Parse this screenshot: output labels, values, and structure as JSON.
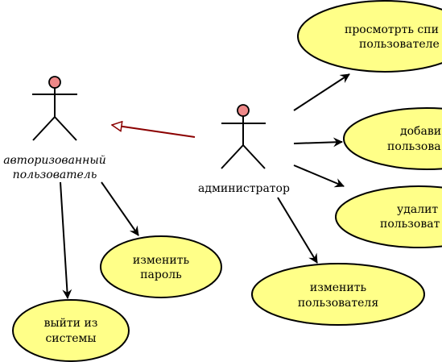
{
  "colors": {
    "usecase_fill": "#ffff88",
    "outline": "#000000",
    "actor_head": "#ee8888",
    "generalization": "#8b0000"
  },
  "actors": {
    "authorized_user": {
      "line1": "авторизованный",
      "line2": "пользователь"
    },
    "admin": {
      "label": "администратор"
    }
  },
  "usecases": {
    "view_list": {
      "line1": "просмотрть спи",
      "line2": "пользователе"
    },
    "add_user": {
      "line1": "добави",
      "line2": "пользова"
    },
    "delete_user": {
      "line1": "удалит",
      "line2": "пользоват"
    },
    "edit_user": {
      "line1": "изменить",
      "line2": "пользователя"
    },
    "change_password": {
      "line1": "изменить",
      "line2": "пароль"
    },
    "logout": {
      "line1": "выйти из",
      "line2": "системы"
    }
  }
}
